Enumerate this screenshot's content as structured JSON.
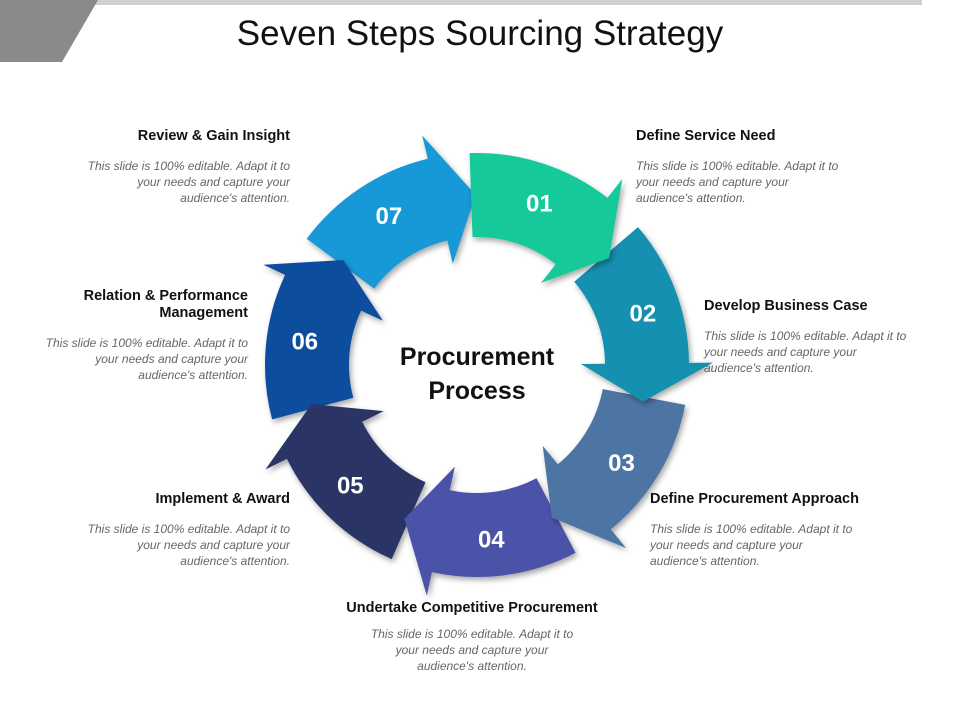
{
  "title": "Seven Steps Sourcing Strategy",
  "center_label": "Procurement Process",
  "steps": [
    {
      "number": "01",
      "title": "Define Service Need",
      "description": "This slide is 100% editable. Adapt it to your needs and capture your audience's attention.",
      "color": "#13C99A"
    },
    {
      "number": "02",
      "title": "Develop Business Case",
      "description": "This slide is 100% editable. Adapt it to your needs and capture your audience's attention.",
      "color": "#1490B0"
    },
    {
      "number": "03",
      "title": "Define Procurement Approach",
      "description": "This slide is 100% editable. Adapt it to your needs and capture your audience's attention.",
      "color": "#4E74A4"
    },
    {
      "number": "04",
      "title": "Undertake Competitive Procurement",
      "description": "This slide is 100% editable. Adapt it to your needs and capture your audience's attention.",
      "color": "#4B52A9"
    },
    {
      "number": "05",
      "title": "Implement & Award",
      "description": "This slide is 100% editable. Adapt it to your needs and capture your audience's attention.",
      "color": "#2C3566"
    },
    {
      "number": "06",
      "title": "Relation & Performance Management",
      "description": "This slide is 100% editable. Adapt it to your needs and capture your audience's attention.",
      "color": "#0C4E9E"
    },
    {
      "number": "07",
      "title": "Review & Gain Insight",
      "description": "This slide is 100% editable. Adapt it to your needs and capture your audience's attention.",
      "color": "#1699D6"
    }
  ],
  "colors": {
    "band_dark": "#8C8C8C",
    "band_light": "#D0D0D0"
  }
}
